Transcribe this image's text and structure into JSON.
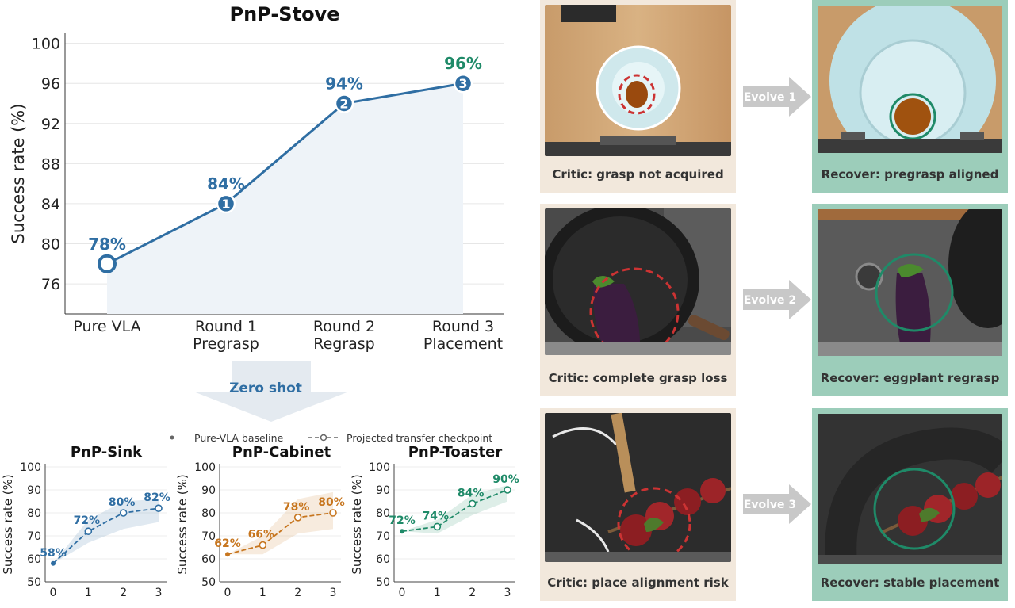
{
  "main_chart": {
    "title": "PnP-Stove",
    "ylabel": "Success rate (%)",
    "categories": [
      [
        "Pure VLA"
      ],
      [
        "Round 1",
        "Pregrasp"
      ],
      [
        "Round 2",
        "Regrasp"
      ],
      [
        "Round 3",
        "Placement"
      ]
    ],
    "y_ticks": [
      76,
      80,
      84,
      88,
      92,
      96,
      100
    ],
    "point_labels": [
      "78%",
      "84%",
      "94%",
      "96%"
    ],
    "markers": [
      "",
      "1",
      "2",
      "3"
    ]
  },
  "zero_shot_label": "Zero shot",
  "legend": {
    "baseline": "Pure-VLA baseline",
    "projected": "Projected transfer checkpoint"
  },
  "evolve_labels": [
    "Evolve 1",
    "Evolve 2",
    "Evolve 3"
  ],
  "critic_captions": [
    "Critic: grasp not acquired",
    "Critic: complete grasp loss",
    "Critic: place alignment risk"
  ],
  "recover_captions": [
    "Recover: pregrasp aligned",
    "Recover: eggplant regrasp",
    "Recover: stable placement"
  ],
  "colors": {
    "blue": "#2f6ea3",
    "orange": "#c7761f",
    "green": "#1f8a68",
    "critic_bg": "#f2e8dc",
    "recover_bg": "#9ccdba",
    "arrow": "#c8c8c8"
  },
  "chart_data": [
    {
      "type": "line",
      "title": "PnP-Stove",
      "ylabel": "Success rate (%)",
      "xlabel": "",
      "categories": [
        "Pure VLA",
        "Round 1 Pregrasp",
        "Round 2 Regrasp",
        "Round 3 Placement"
      ],
      "values": [
        78,
        84,
        94,
        96
      ],
      "ylim": [
        73,
        101
      ],
      "grid": true
    },
    {
      "type": "line",
      "title": "PnP-Sink",
      "ylabel": "Success rate (%)",
      "xlabel": "",
      "x": [
        0,
        1,
        2,
        3
      ],
      "values": [
        58,
        72,
        80,
        82
      ],
      "labels": [
        "58%",
        "72%",
        "80%",
        "82%"
      ],
      "band_low": [
        58,
        67,
        73,
        76
      ],
      "band_high": [
        58,
        77,
        85,
        86
      ],
      "ylim": [
        50,
        100
      ],
      "y_ticks": [
        50,
        60,
        70,
        80,
        90,
        100
      ],
      "x_ticks": [
        "0",
        "1",
        "2",
        "3"
      ]
    },
    {
      "type": "line",
      "title": "PnP-Cabinet",
      "ylabel": "Success rate (%)",
      "xlabel": "",
      "x": [
        0,
        1,
        2,
        3
      ],
      "values": [
        62,
        66,
        78,
        80
      ],
      "labels": [
        "62%",
        "66%",
        "78%",
        "80%"
      ],
      "band_low": [
        62,
        62,
        71,
        73
      ],
      "band_high": [
        62,
        70,
        86,
        89
      ],
      "ylim": [
        50,
        100
      ],
      "y_ticks": [
        50,
        60,
        70,
        80,
        90,
        100
      ],
      "x_ticks": [
        "0",
        "1",
        "2",
        "3"
      ]
    },
    {
      "type": "line",
      "title": "PnP-Toaster",
      "ylabel": "Success rate (%)",
      "xlabel": "",
      "x": [
        0,
        1,
        2,
        3
      ],
      "values": [
        72,
        74,
        84,
        90
      ],
      "labels": [
        "72%",
        "74%",
        "84%",
        "90%"
      ],
      "band_low": [
        72,
        71,
        79,
        85
      ],
      "band_high": [
        72,
        77,
        88,
        92
      ],
      "ylim": [
        50,
        100
      ],
      "y_ticks": [
        50,
        60,
        70,
        80,
        90,
        100
      ],
      "x_ticks": [
        "0",
        "1",
        "2",
        "3"
      ]
    }
  ]
}
